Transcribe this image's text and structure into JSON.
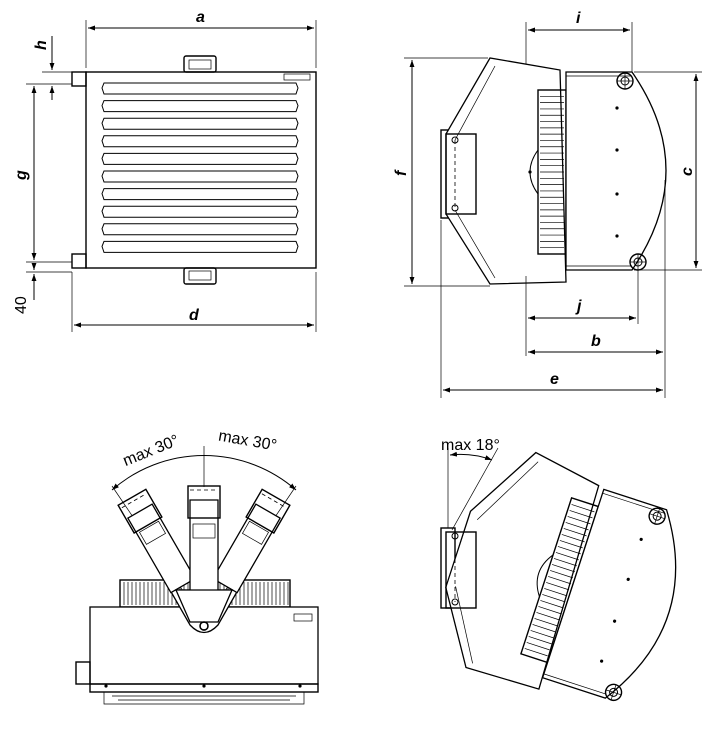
{
  "labels": {
    "a": "a",
    "b": "b",
    "c": "c",
    "d": "d",
    "e": "e",
    "f": "f",
    "g": "g",
    "h": "h",
    "i": "i",
    "j": "j",
    "forty": "40",
    "max30_left": "max 30°",
    "max30_right": "max 30°",
    "max18": "max 18°"
  }
}
